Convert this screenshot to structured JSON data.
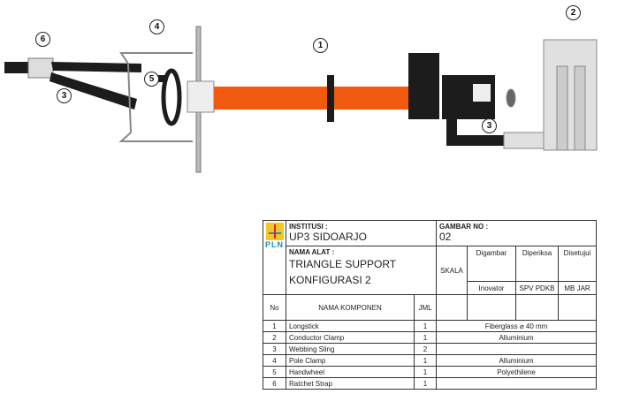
{
  "callouts": [
    "1",
    "2",
    "3",
    "4",
    "5",
    "6"
  ],
  "title_block": {
    "logo_text": "PLN",
    "institusi_label": "INSTITUSI :",
    "institusi_value": "UP3 SIDOARJO",
    "gambar_label": "GAMBAR NO :",
    "gambar_value": "02",
    "nama_alat_label": "NAMA ALAT :",
    "nama_alat_line1": "TRIANGLE SUPPORT",
    "nama_alat_line2": "KONFIGURASI 2",
    "skala": "SKALA",
    "roles": [
      "Digambar",
      "Diperiksa",
      "Disetujui"
    ],
    "signers": [
      "Inovator",
      "SPV PDKB",
      "MB JAR"
    ],
    "col_no": "No",
    "col_nama": "NAMA KOMPONEN",
    "col_jml": "JML"
  },
  "components": [
    {
      "no": "1",
      "name": "Longstick",
      "qty": "1",
      "material": "Fiberglass ⌀ 40 mm"
    },
    {
      "no": "2",
      "name": "Conductor Clamp",
      "qty": "1",
      "material": "Alluminium"
    },
    {
      "no": "3",
      "name": "Webbing Sling",
      "qty": "2",
      "material": ""
    },
    {
      "no": "4",
      "name": "Pole Clamp",
      "qty": "1",
      "material": "Alluminium"
    },
    {
      "no": "5",
      "name": "Handwheel",
      "qty": "1",
      "material": "Polyethilene"
    },
    {
      "no": "6",
      "name": "Ratchet Strap",
      "qty": "1",
      "material": ""
    }
  ],
  "colors": {
    "longstick": "#f25a0f",
    "rubber": "#1c1c1c",
    "metal": "#d8d8d8"
  }
}
